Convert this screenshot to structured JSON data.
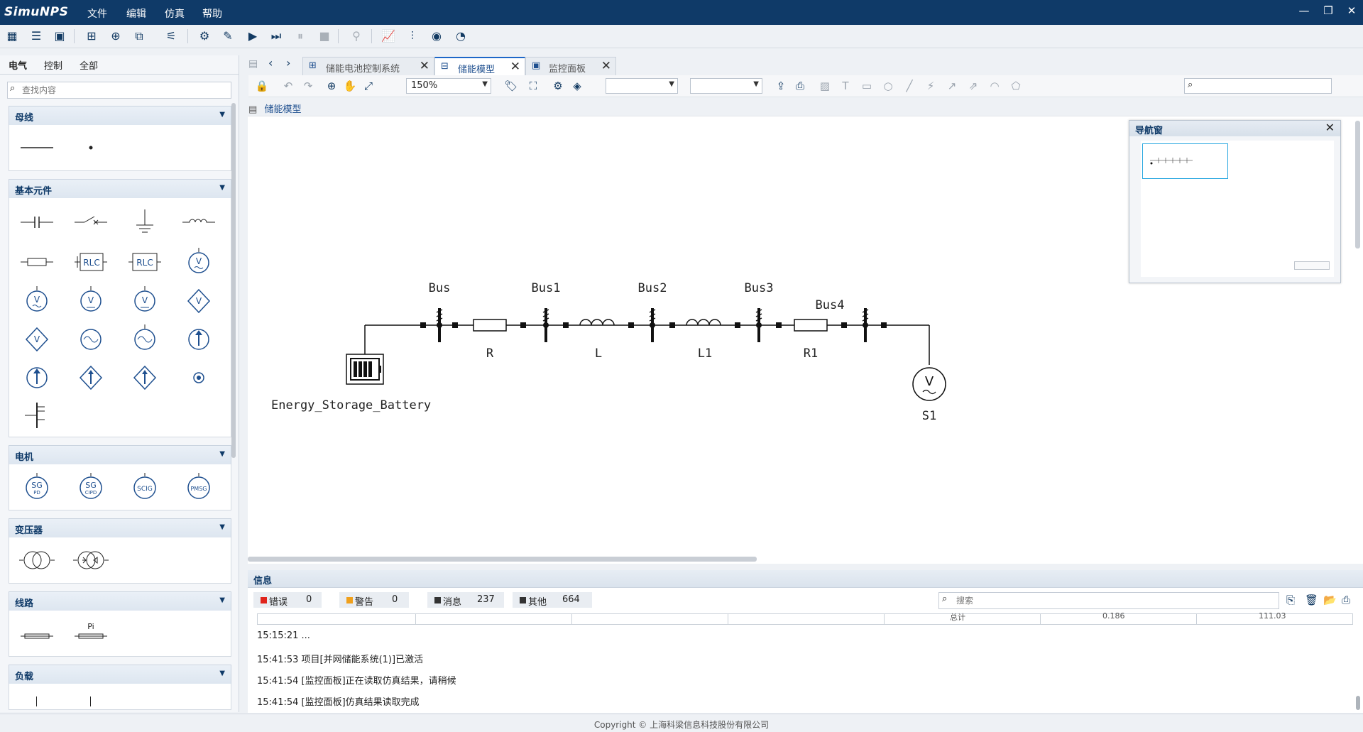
{
  "app": {
    "logo": "SimuNPS",
    "menus": [
      "文件",
      "编辑",
      "仿真",
      "帮助"
    ]
  },
  "left_panel": {
    "tabs": [
      "电气",
      "控制",
      "全部"
    ],
    "search_placeholder": "查找内容",
    "sections": [
      "母线",
      "基本元件",
      "电机",
      "变压器",
      "线路",
      "负载"
    ],
    "palette_labels": {
      "rlc": "RLC",
      "v": "V",
      "sg_pd": "SG",
      "sg_pd_sub": "PD",
      "sg_cipd": "SG",
      "sg_cipd_sub": "CIPD",
      "scig": "SCIG",
      "pmsg": "PMSG",
      "pi": "Pi"
    }
  },
  "editor": {
    "tabs": [
      {
        "label": "储能电池控制系统",
        "active": false
      },
      {
        "label": "储能模型",
        "active": true
      },
      {
        "label": "监控面板",
        "active": false
      }
    ],
    "zoom": "150%",
    "breadcrumb": "储能模型"
  },
  "diagram": {
    "buses": [
      "Bus",
      "Bus1",
      "Bus2",
      "Bus3",
      "Bus4"
    ],
    "elements": {
      "r": "R",
      "l": "L",
      "l1": "L1",
      "r1": "R1"
    },
    "battery": "Energy_Storage_Battery",
    "source": "S1",
    "source_symbol": "V"
  },
  "nav_window": {
    "title": "导航窗"
  },
  "info": {
    "title": "信息",
    "filters": [
      {
        "label": "错误",
        "count": "0",
        "color": "#e0241c"
      },
      {
        "label": "警告",
        "count": "0",
        "color": "#f0a01c"
      },
      {
        "label": "消息",
        "count": "237",
        "color": "#333333"
      },
      {
        "label": "其他",
        "count": "664",
        "color": "#333333"
      }
    ],
    "search_placeholder": "搜索",
    "table_partial": [
      "总计",
      "0.186",
      "111.03"
    ],
    "logs": [
      "15:15:21 ...",
      "15:41:53 项目[并网储能系统(1)]已激活",
      "15:41:54 [监控面板]正在读取仿真结果，请稍候",
      "15:41:54 [监控面板]仿真结果读取完成"
    ]
  },
  "status": {
    "copyright": "Copyright © 上海科梁信息科技股份有限公司"
  }
}
